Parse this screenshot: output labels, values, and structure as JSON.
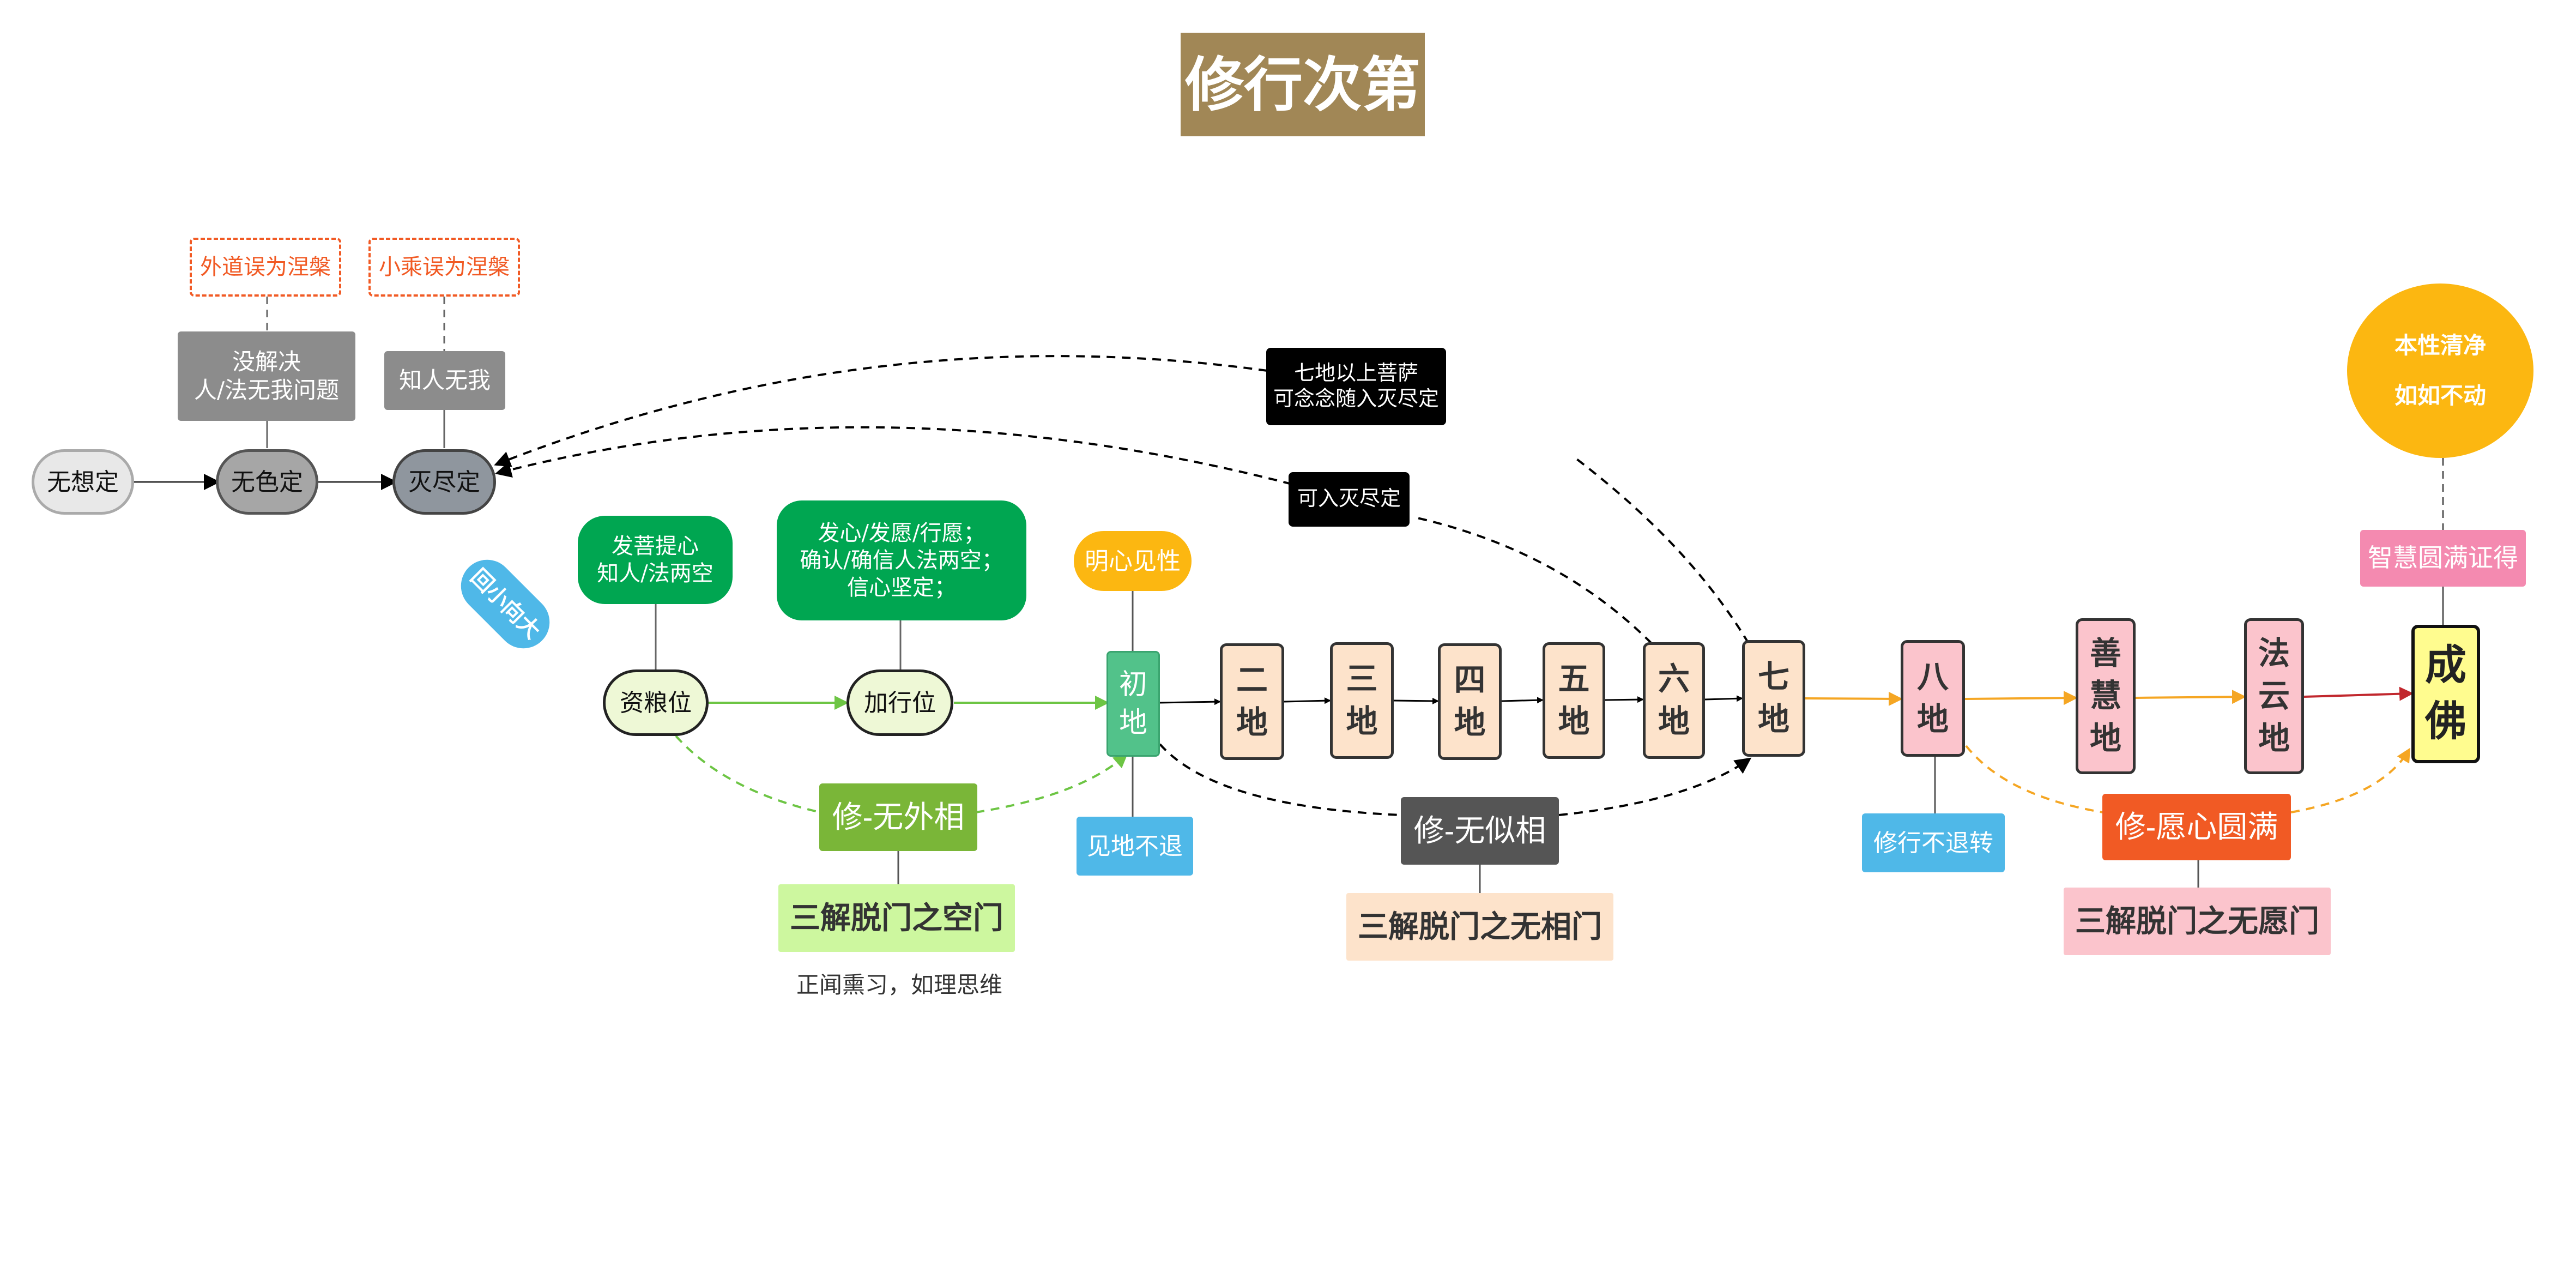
{
  "title": "修行次第",
  "mistakes": {
    "outer_path": "外道误为涅槃",
    "small_vehicle": "小乘误为涅槃"
  },
  "notes": {
    "no_self_unsolved": "没解决\n人/法无我问题",
    "know_no_self": "知人无我"
  },
  "samadhi": {
    "no_thought": "无想定",
    "formless": "无色定",
    "cessation": "灭尽定"
  },
  "turn_label": "回小向大",
  "stages": {
    "provision": "资粮位",
    "preparation": "加行位",
    "provision_note": "发菩提心\n知人/法两空",
    "preparation_note": "发心/发愿/行愿；\n确认/确信人法两空；\n信心坚定；"
  },
  "bhumi": {
    "first": "初\n地",
    "second": "二\n地",
    "third": "三\n地",
    "fourth": "四\n地",
    "fifth": "五\n地",
    "sixth": "六\n地",
    "seventh": "七\n地",
    "eighth": "八\n地",
    "ninth": "善\n慧\n地",
    "tenth": "法\n云\n地",
    "buddha": "成\n佛"
  },
  "labels": {
    "see_nature": "明心见性",
    "no_retreat_view": "见地不退",
    "no_retreat_practice": "修行不退转",
    "wisdom_complete": "智慧圆满证得",
    "intrinsic_pure": "本性清净\n\n如如不动",
    "seventh_above": "七地以上菩萨\n可念念随入灭尽定",
    "can_enter": "可入灭尽定"
  },
  "practices": {
    "no_outer": "修-无外相",
    "no_likeness": "修-无似相",
    "vow_complete": "修-愿心圆满"
  },
  "gates": {
    "emptiness": "三解脱门之空门",
    "signless": "三解脱门之无相门",
    "wishless": "三解脱门之无愿门"
  },
  "emptiness_note": "正闻熏习，如理思维",
  "colors": {
    "title_bg": "#a18756",
    "green": "#00a651",
    "lime": "#8dc63f",
    "sky": "#4fb8e8",
    "orange_yellow": "#fcb711",
    "peach": "#fde3cb",
    "pink": "#fbc4cc",
    "red_orange": "#f15a24",
    "buddha_yellow": "#fffc8f",
    "hot_pink": "#f48ab0",
    "dark_gray": "#555555"
  }
}
